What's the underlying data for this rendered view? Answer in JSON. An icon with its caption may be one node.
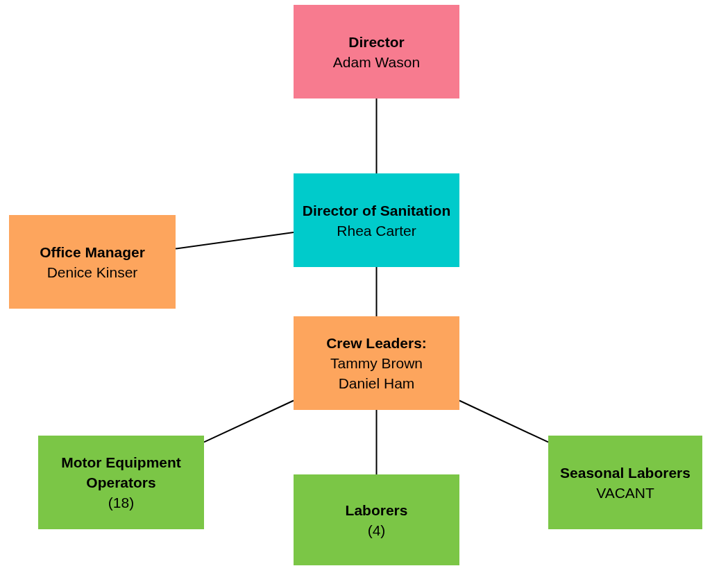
{
  "diagram": {
    "nodes": [
      {
        "text": [
          "Director",
          "Adam Wason"
        ]
      },
      {
        "text": [
          "Director of Sanitation",
          "Rhea Carter"
        ]
      },
      {
        "text": [
          "Office Manager",
          "Denice Kinser"
        ]
      },
      {
        "text": [
          "Crew Leaders:",
          "Tammy Brown",
          "Daniel Ham"
        ]
      },
      {
        "text": [
          "Motor Equipment Operators",
          "(18)"
        ]
      },
      {
        "text": [
          "Laborers",
          "(4)"
        ]
      },
      {
        "text": [
          "Seasonal Laborers",
          "VACANT"
        ]
      }
    ],
    "edges": [
      {
        "from": 0,
        "to": 1,
        "arrow": "none"
      },
      {
        "from": 2,
        "to": 1,
        "arrow": "none"
      },
      {
        "from": 1,
        "to": 3,
        "arrow": "none"
      },
      {
        "from": 3,
        "to": 4,
        "arrow": "none"
      },
      {
        "from": 3,
        "to": 5,
        "arrow": "none"
      },
      {
        "from": 3,
        "to": 6,
        "arrow": "none"
      }
    ]
  }
}
